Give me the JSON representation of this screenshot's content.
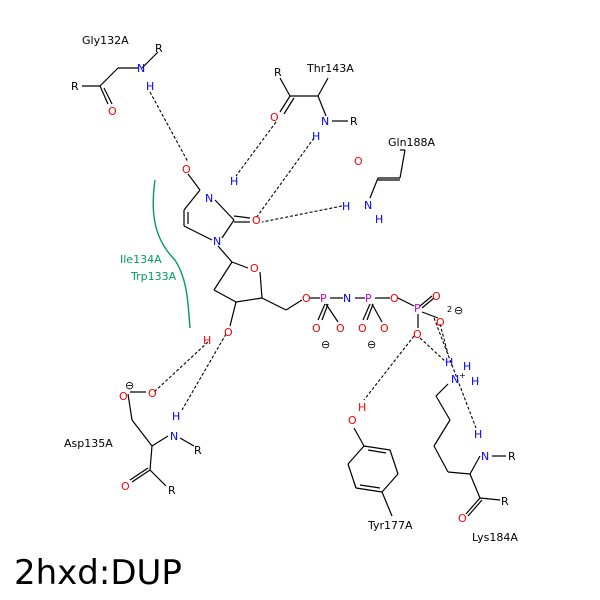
{
  "title": "2hxd:DUP",
  "colors": {
    "carbon": "#000000",
    "oxygen": "#ff0000",
    "nitrogen": "#0000ff",
    "phosphorus": "#cc00cc",
    "hydrophobic": "#009e5a"
  },
  "residues": {
    "gly132": "Gly132A",
    "thr143": "Thr143A",
    "gln188": "Gln188A",
    "ile134": "Ile134A",
    "trp133": "Trp133A",
    "asp135": "Asp135A",
    "tyr177": "Tyr177A",
    "lys184": "Lys184A"
  },
  "atoms": {
    "R": "R",
    "O": "O",
    "N": "N",
    "H": "H",
    "P": "P",
    "two": "2",
    "minus": "⊖",
    "plus": "+"
  }
}
